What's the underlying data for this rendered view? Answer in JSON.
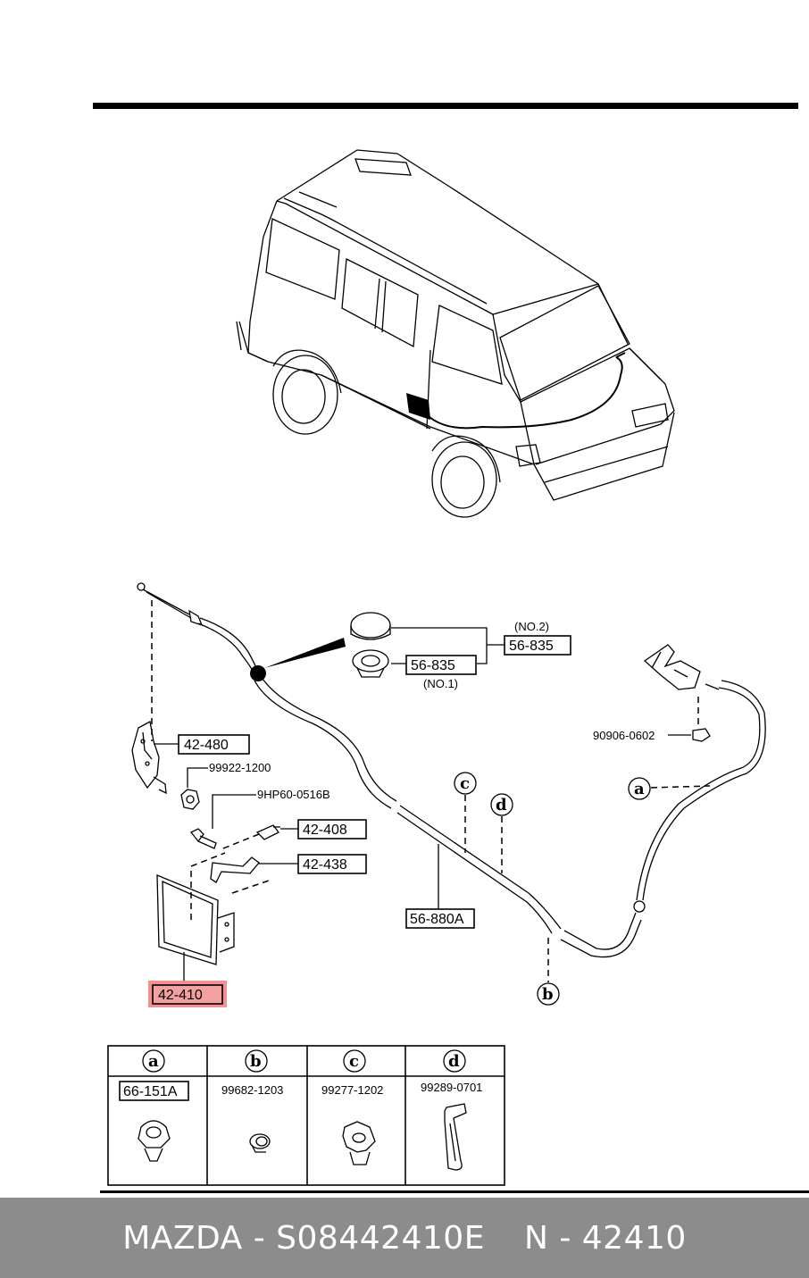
{
  "callouts": {
    "p42480": "42-480",
    "p99922": "99922-1200",
    "p9hp60": "9HP60-0516B",
    "p42408": "42-408",
    "p42438": "42-438",
    "p42410": "42-410",
    "p56835a": "56-835",
    "p56835b": "56-835",
    "no2": "(NO.2)",
    "no1": "(NO.1)",
    "p90906": "90906-0602",
    "p56880a": "56-880A"
  },
  "markers": {
    "a": "a",
    "b": "b",
    "c": "c",
    "d": "d"
  },
  "legend": {
    "a": {
      "mark": "a",
      "part": "66-151A"
    },
    "b": {
      "mark": "b",
      "part": "99682-1203"
    },
    "c": {
      "mark": "c",
      "part": "99277-1202"
    },
    "d": {
      "mark": "d",
      "part": "99289-0701"
    }
  },
  "footer": {
    "left": "MAZDA - S08442410E",
    "right": "N - 42410"
  },
  "colors": {
    "highlight": "#f28b8b",
    "footer_bg": "#8c8c8c"
  }
}
